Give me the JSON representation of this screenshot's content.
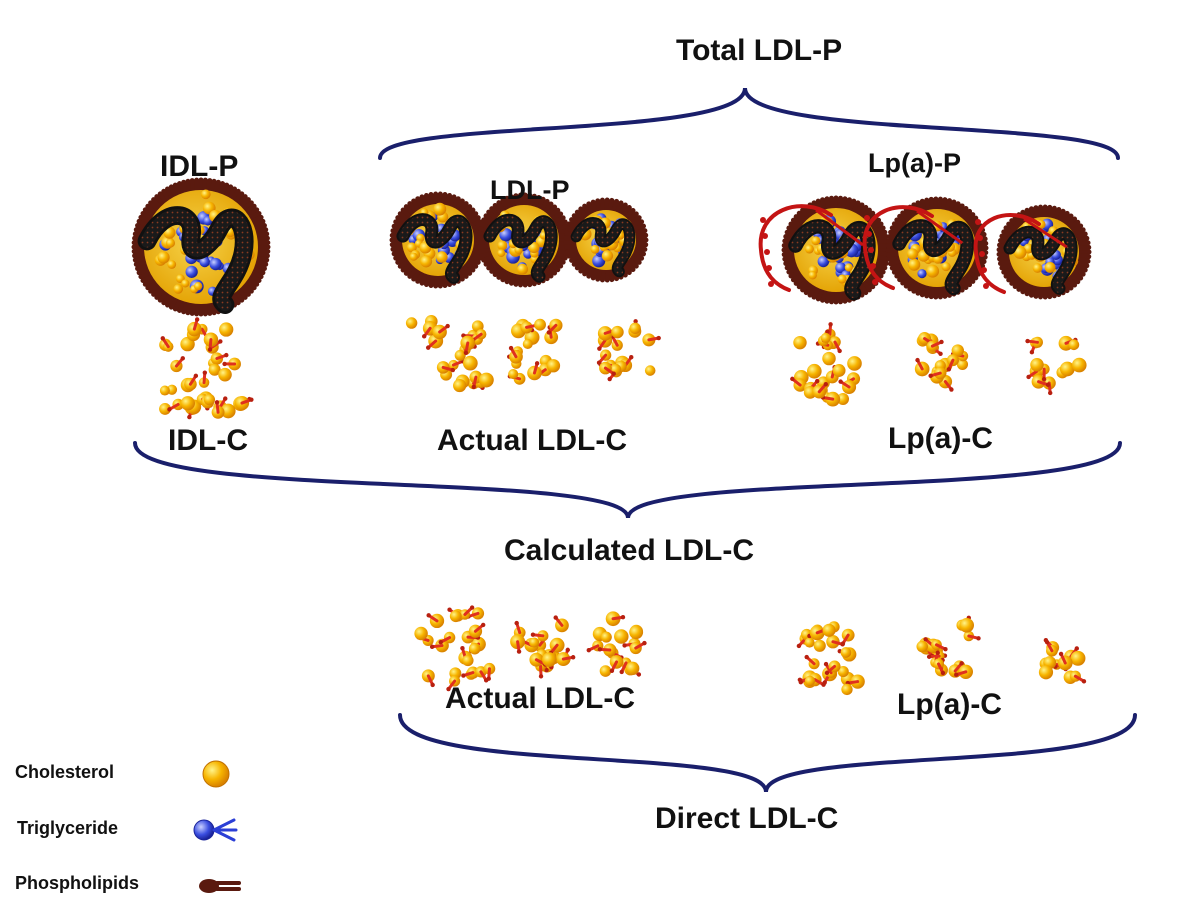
{
  "labels": {
    "total_ldl_p": "Total LDL-P",
    "idl_p": "IDL-P",
    "ldl_p": "LDL-P",
    "lpa_p": "Lp(a)-P",
    "idl_c": "IDL-C",
    "actual_ldl_c_top": "Actual LDL-C",
    "lpa_c_top": "Lp(a)-C",
    "calculated_ldl_c": "Calculated LDL-C",
    "actual_ldl_c_bottom": "Actual LDL-C",
    "lpa_c_bottom": "Lp(a)-C",
    "direct_ldl_c": "Direct LDL-C"
  },
  "legend": [
    {
      "label": "Cholesterol",
      "icon": "cholesterol-sphere-icon"
    },
    {
      "label": "Triglyceride",
      "icon": "triglyceride-icon"
    },
    {
      "label": "Phospholipids",
      "icon": "phospholipid-icon"
    }
  ],
  "colors": {
    "brace": "#1a1f6b",
    "cholesterol_outer": "#f0a400",
    "cholesterol_inner": "#ffe36b",
    "triglyceride": "#2b3fd6",
    "phospholipid": "#5a1a0f",
    "apo_strand": "#1b1b1b",
    "lpa_tail": "#c41414",
    "arrow": "#e0301e"
  }
}
